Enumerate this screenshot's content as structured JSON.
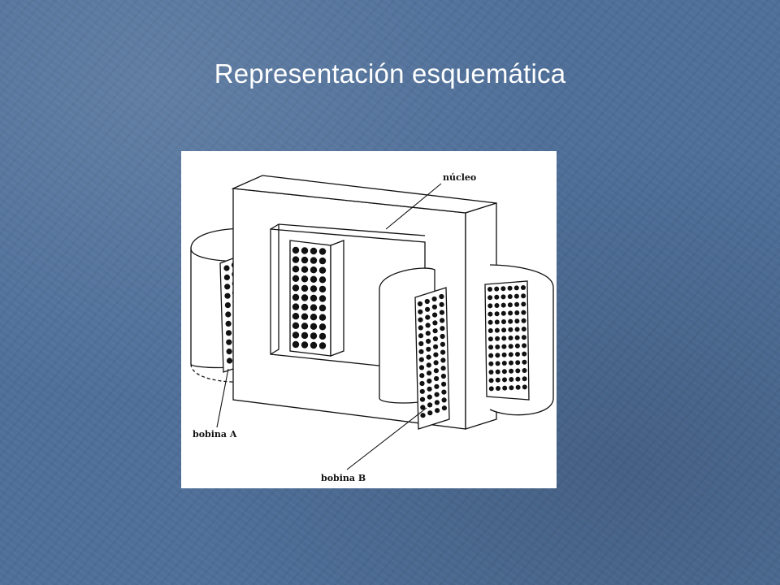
{
  "slide": {
    "title": "Representación esquemática"
  },
  "diagram": {
    "labels": {
      "core": "núcleo",
      "coil_a": "bobina A",
      "coil_b": "bobina B"
    },
    "colors": {
      "background": "#4f6f99",
      "panel": "#ffffff",
      "ink": "#111111",
      "title_text": "#ffffff"
    }
  }
}
